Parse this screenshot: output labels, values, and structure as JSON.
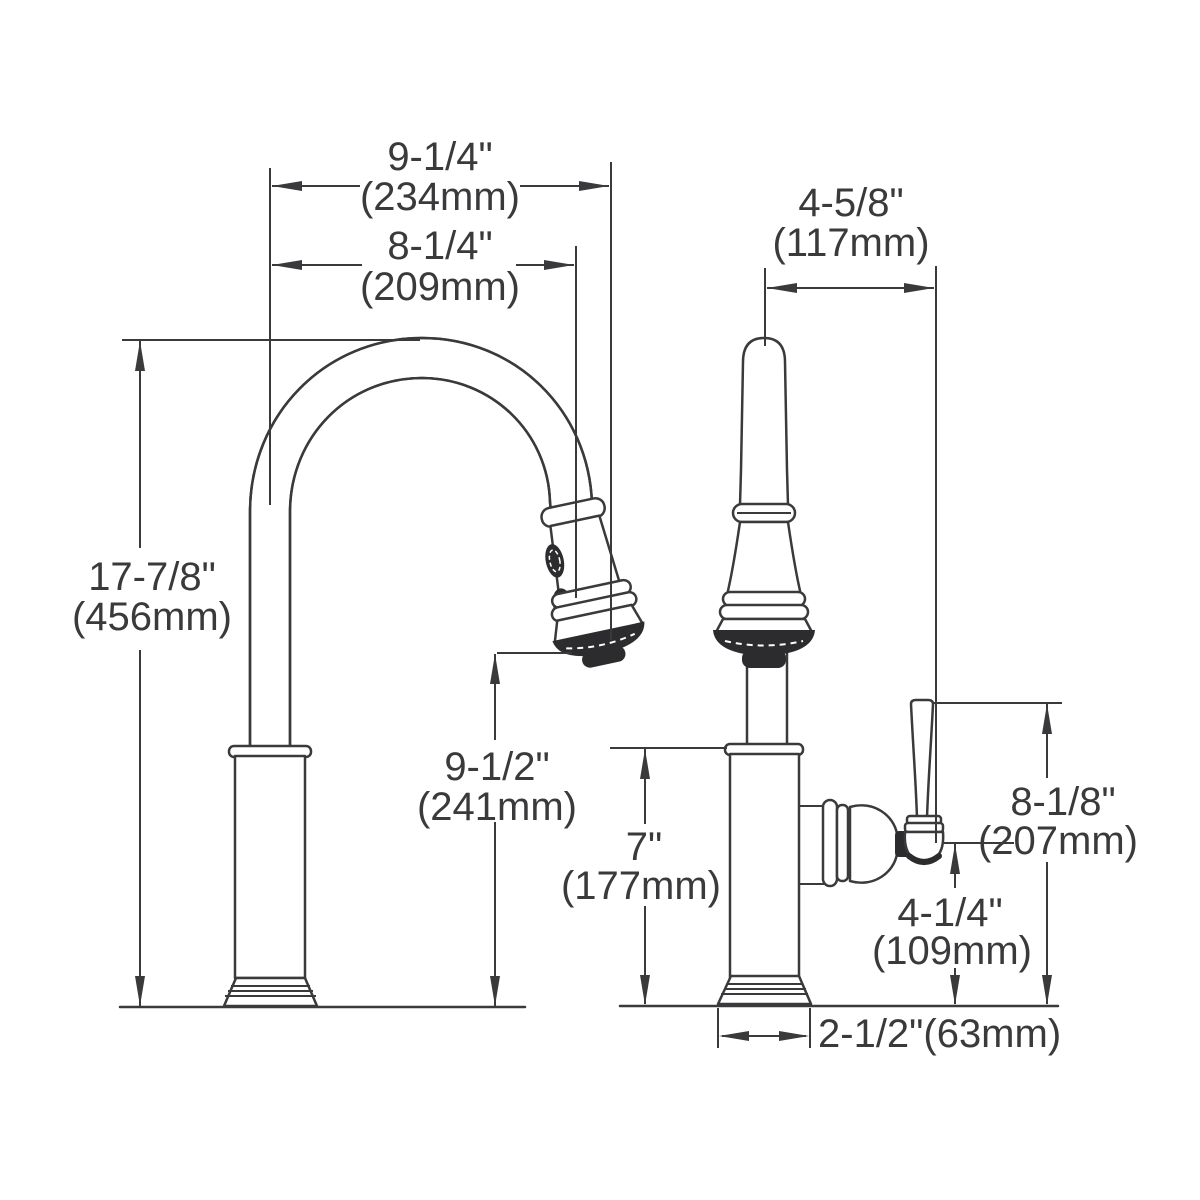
{
  "drawing": {
    "title": "Pull-down kitchen faucet dimensional drawing",
    "views": [
      "spout side view",
      "handle side view"
    ]
  },
  "labels": {
    "overall_width": {
      "in": "9-1/4\"",
      "mm": "(234mm)"
    },
    "spout_reach": {
      "in": "8-1/4\"",
      "mm": "(209mm)"
    },
    "wand_span": {
      "in": "4-5/8\"",
      "mm": "(117mm)"
    },
    "overall_height": {
      "in": "17-7/8\"",
      "mm": "(456mm)"
    },
    "spout_clearance": {
      "in": "9-1/2\"",
      "mm": "(241mm)"
    },
    "body_height": {
      "in": "7\"",
      "mm": "(177mm)"
    },
    "handle_height": {
      "in": "8-1/8\"",
      "mm": "(207mm)"
    },
    "handle_pivot_height": {
      "in": "4-1/4\"",
      "mm": "(109mm)"
    },
    "base_diameter": {
      "combined": "2-1/2\"(63mm)"
    }
  },
  "colors": {
    "line": "#3a3a3c",
    "dark_fill": "#2c2c2e",
    "background": "#ffffff"
  }
}
